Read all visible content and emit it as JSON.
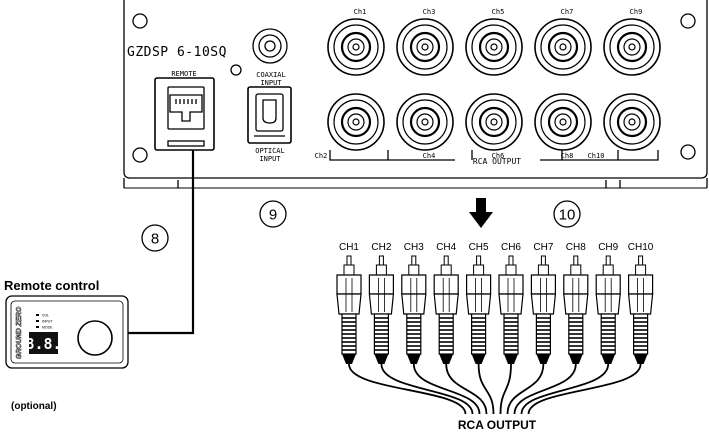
{
  "device": {
    "model": "GZDSP 6-10SQ",
    "remote_port_label": "REMOTE",
    "coaxial_label": [
      "COAXIAL",
      "INPUT"
    ],
    "optical_label": [
      "OPTICAL",
      "INPUT"
    ],
    "top_channels": [
      "Ch1",
      "Ch3",
      "Ch5",
      "Ch7",
      "Ch9"
    ],
    "bottom_channels": [
      "Ch2",
      "Ch4",
      "Ch6",
      "Ch8",
      "Ch10"
    ],
    "rca_bracket_label": "RCA OUTPUT"
  },
  "callouts": [
    "8",
    "9",
    "10"
  ],
  "remote": {
    "title": "Remote control",
    "indicators": [
      "VOL",
      "INPUT",
      "MODE"
    ],
    "display": "8.8.",
    "brand": "GROUND ZERO",
    "note": "(optional)"
  },
  "cables": {
    "labels": [
      "CH1",
      "CH2",
      "CH3",
      "CH4",
      "CH5",
      "CH6",
      "CH7",
      "CH8",
      "CH9",
      "CH10"
    ],
    "bundle_label": "RCA OUTPUT"
  },
  "colors": {
    "ink": "#000000",
    "background": "#ffffff",
    "display_bg": "#111111"
  }
}
